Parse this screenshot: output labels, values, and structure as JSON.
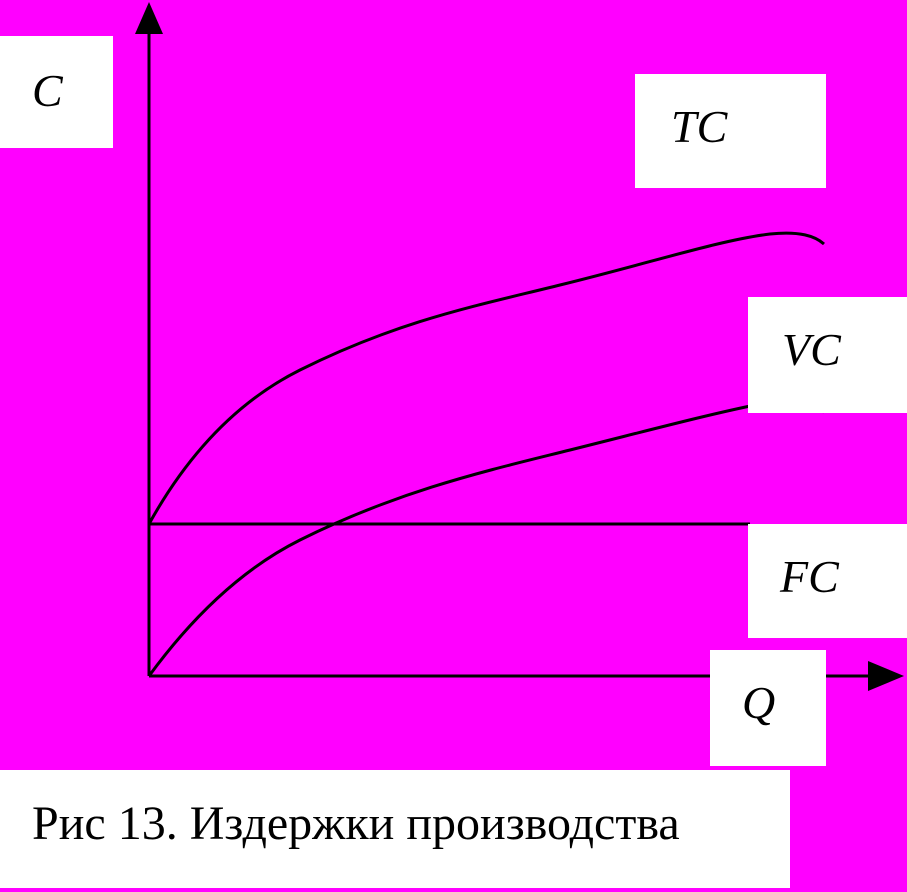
{
  "diagram": {
    "axis_y_label": "C",
    "axis_x_label": "Q",
    "curves": [
      {
        "label": "TC",
        "shape": "concave rising from FC level"
      },
      {
        "label": "VC",
        "shape": "concave rising from origin"
      },
      {
        "label": "FC",
        "shape": "horizontal line"
      }
    ],
    "caption": "Рис 13. Издержки производства",
    "colors": {
      "background": "#ff00ff",
      "label_bg": "#ffffff",
      "ink": "#000000"
    }
  }
}
